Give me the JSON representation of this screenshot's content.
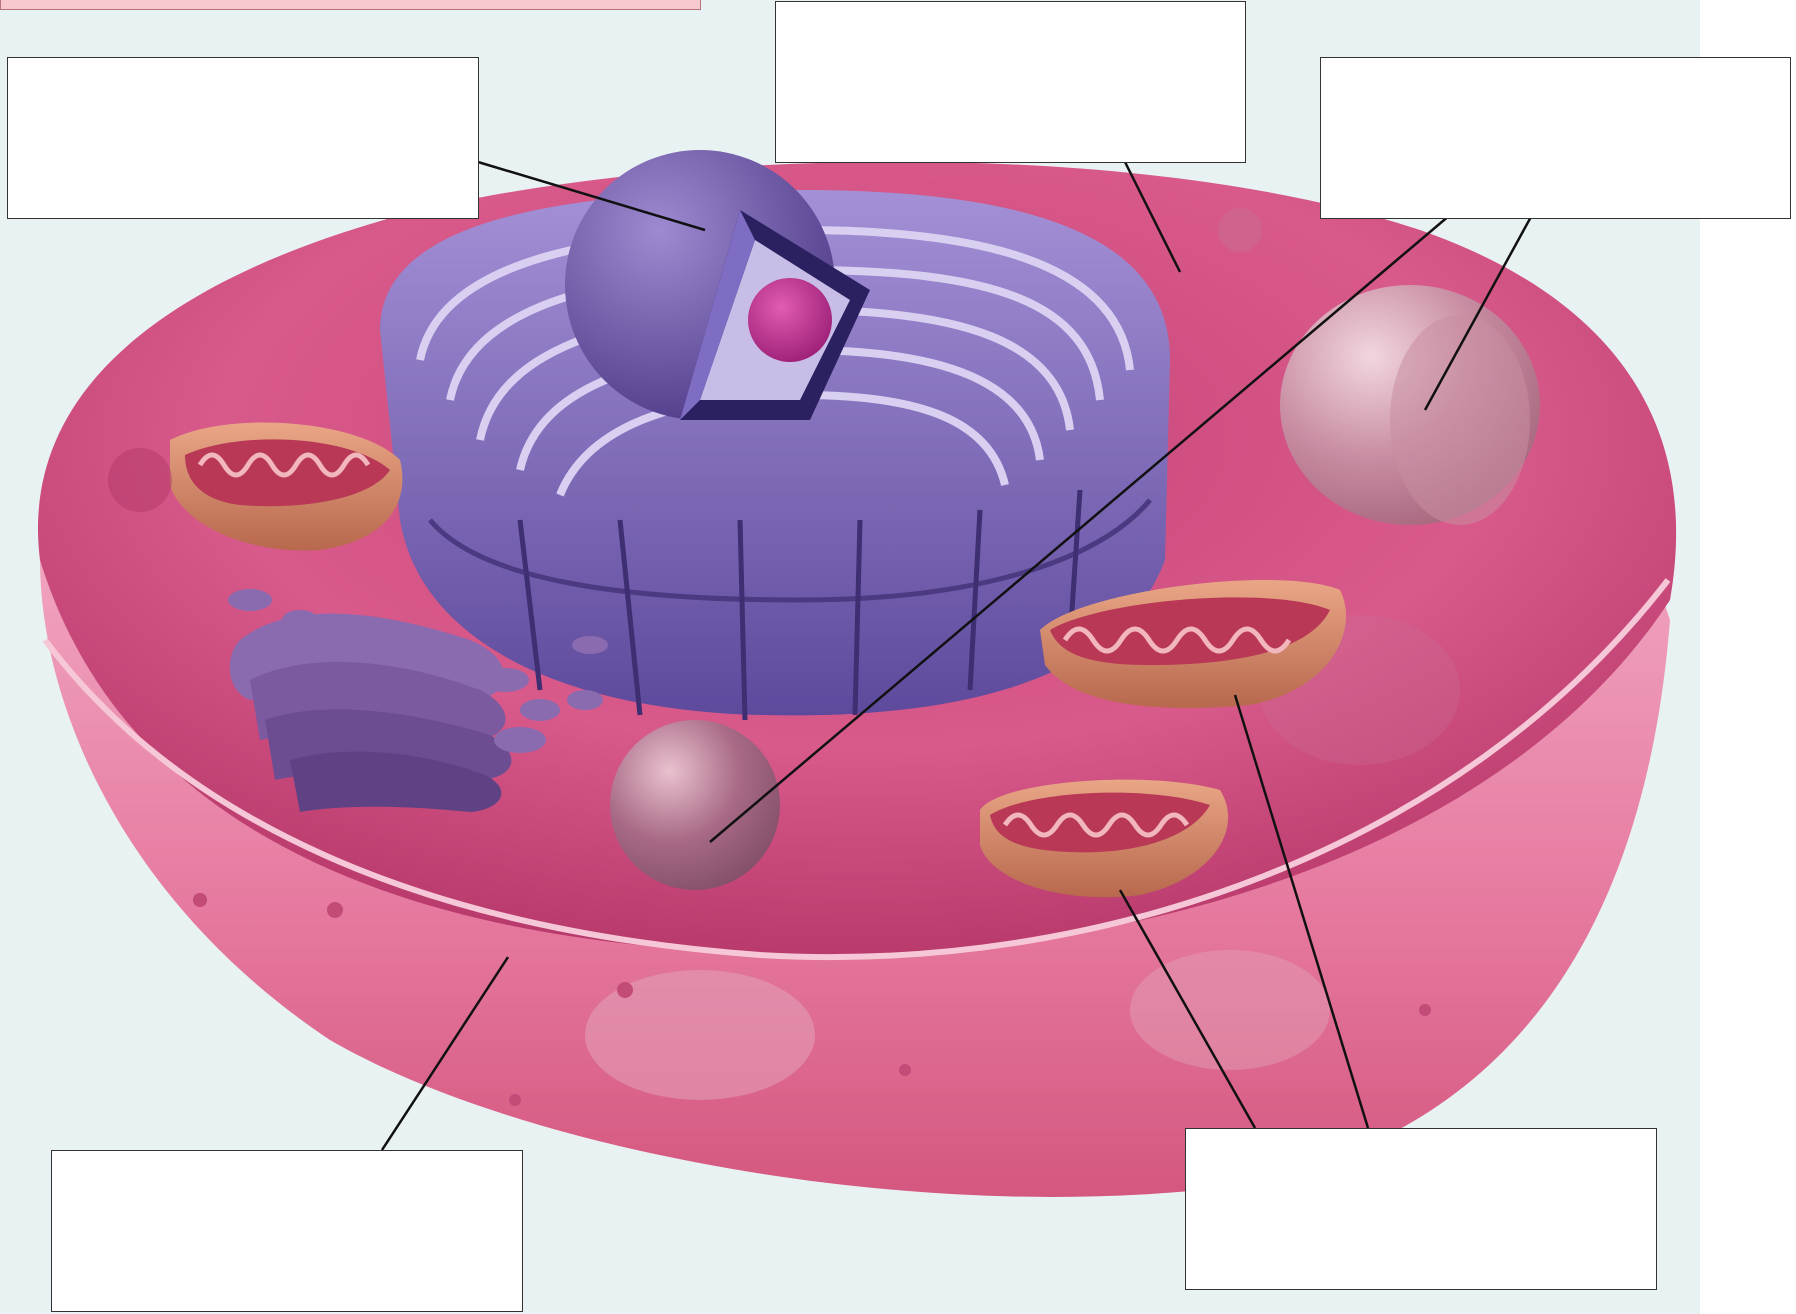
{
  "diagram": {
    "subject": "animal-cell-cutaway",
    "label_boxes": [
      {
        "id": "top-left",
        "text": ""
      },
      {
        "id": "top-center",
        "text": ""
      },
      {
        "id": "top-right",
        "text": ""
      },
      {
        "id": "bottom-left",
        "text": ""
      },
      {
        "id": "bottom-right",
        "text": ""
      }
    ]
  },
  "colors": {
    "background": "#e9f2f2",
    "cytoplasm": "#d24e7e",
    "cytoplasm_dark": "#b03566",
    "membrane": "#f3b9cc",
    "nucleus": "#6f5aa8",
    "nucleolus": "#c2308f",
    "er": "#7a68b8",
    "golgi": "#7b5aa0",
    "mitochondria": "#d17a62",
    "mitochondria_inner": "#b83856",
    "vacuole": "#c48aa0",
    "leader_line": "#111111"
  }
}
